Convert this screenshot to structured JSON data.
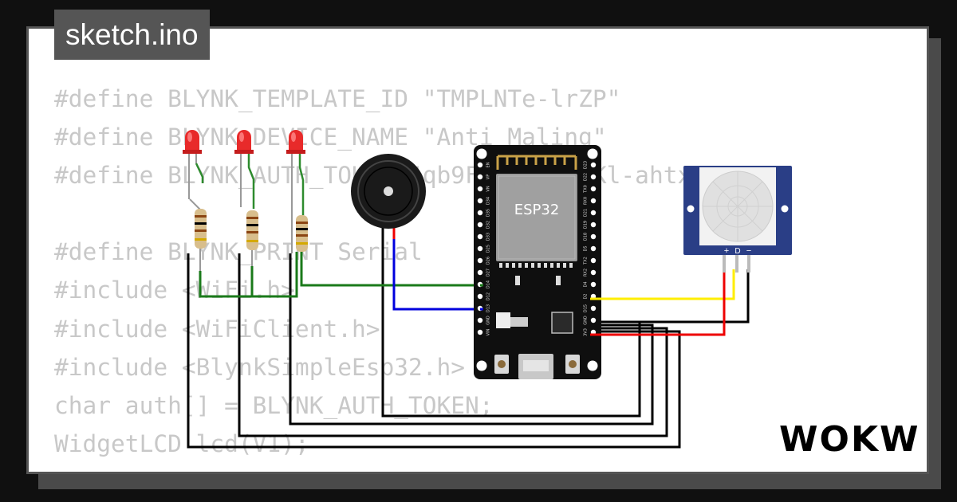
{
  "title": "sketch.ino",
  "code_lines": [
    "#define BLYNK_TEMPLATE_ID \"TMPLNTe-lrZP\"",
    "#define BLYNK_DEVICE_NAME \"Anti Maling\"",
    "#define BLYNK_AUTH_TOKEN \"qb9Fx5r2bhfuKl-ahtxggWVCJY",
    "",
    "#define BLYNK_PRINT Serial",
    "#include <WiFi.h>",
    "#include <WiFiClient.h>",
    "#include <BlynkSimpleEsp32.h>",
    "char auth[] = BLYNK_AUTH_TOKEN;",
    "WidgetLCD lcd(V1);"
  ],
  "board": {
    "label": "ESP32",
    "left_pins": [
      "EN",
      "VP",
      "VN",
      "D34",
      "D35",
      "D32",
      "D33",
      "D25",
      "D26",
      "D27",
      "D14",
      "D12",
      "D13",
      "GND",
      "VIN"
    ],
    "right_pins": [
      "D23",
      "D22",
      "TX0",
      "RX0",
      "D21",
      "D19",
      "D18",
      "D5",
      "TX2",
      "RX2",
      "D4",
      "D2",
      "D15",
      "GND",
      "3V3"
    ]
  },
  "pir": {
    "pin_labels": [
      "+",
      "D",
      "−"
    ]
  },
  "logo": "WOKWi",
  "colors": {
    "wire_green": "#1a7a1a",
    "wire_blue": "#0000dd",
    "wire_red": "#ee0000",
    "wire_yellow": "#ffee00",
    "wire_black": "#000000",
    "pir_blue": "#2a3e86",
    "led_red": "#e82a2a"
  }
}
